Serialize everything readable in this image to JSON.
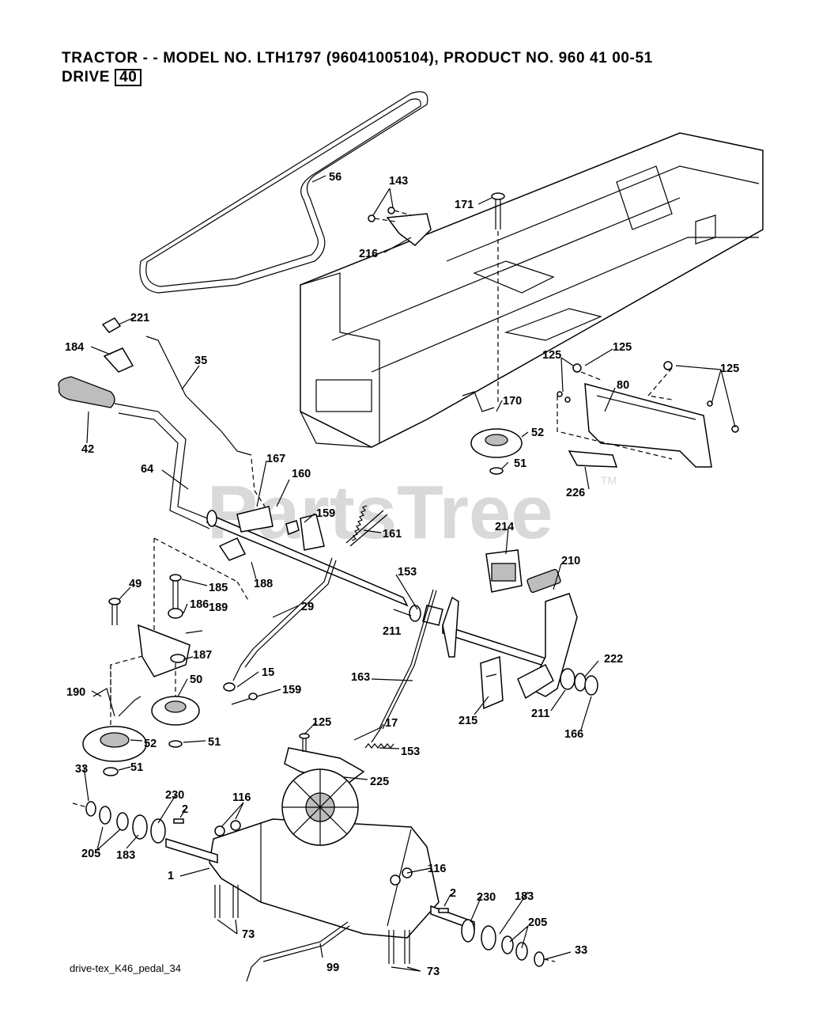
{
  "header": {
    "line1": "TRACTOR - - MODEL NO. LTH1797   (96041005104), PRODUCT NO. 960 41 00-51",
    "line2_prefix": "DRIVE",
    "section_number": "40"
  },
  "watermark": {
    "text": "PartsTree",
    "tm": "TM"
  },
  "footer": {
    "drawing_id": "drive-tex_K46_pedal_34"
  },
  "callouts": {
    "c56": "56",
    "c143": "143",
    "c171": "171",
    "c216": "216",
    "c221": "221",
    "c184": "184",
    "c35": "35",
    "c42": "42",
    "c64": "64",
    "c167": "167",
    "c160": "160",
    "c159a": "159",
    "c161": "161",
    "c170": "170",
    "c52a": "52",
    "c51a": "51",
    "c125a": "125",
    "c125b": "125",
    "c125c": "125",
    "c80": "80",
    "c226": "226",
    "c214": "214",
    "c210": "210",
    "c49": "49",
    "c185": "185",
    "c188": "188",
    "c186": "186",
    "c189": "189",
    "c29": "29",
    "c153a": "153",
    "c211a": "211",
    "c187": "187",
    "c50": "50",
    "c15": "15",
    "c159b": "159",
    "c163": "163",
    "c222": "222",
    "c211b": "211",
    "c166": "166",
    "c215": "215",
    "c190": "190",
    "c125d": "125",
    "c17": "17",
    "c153b": "153",
    "c52b": "52",
    "c51b": "51",
    "c51c": "51",
    "c225": "225",
    "c33a": "33",
    "c230a": "230",
    "c2a": "2",
    "c116a": "116",
    "c205a": "205",
    "c183a": "183",
    "c1": "1",
    "c116b": "116",
    "c2b": "2",
    "c230b": "230",
    "c183b": "183",
    "c205b": "205",
    "c73a": "73",
    "c99": "99",
    "c73b": "73",
    "c33b": "33"
  }
}
